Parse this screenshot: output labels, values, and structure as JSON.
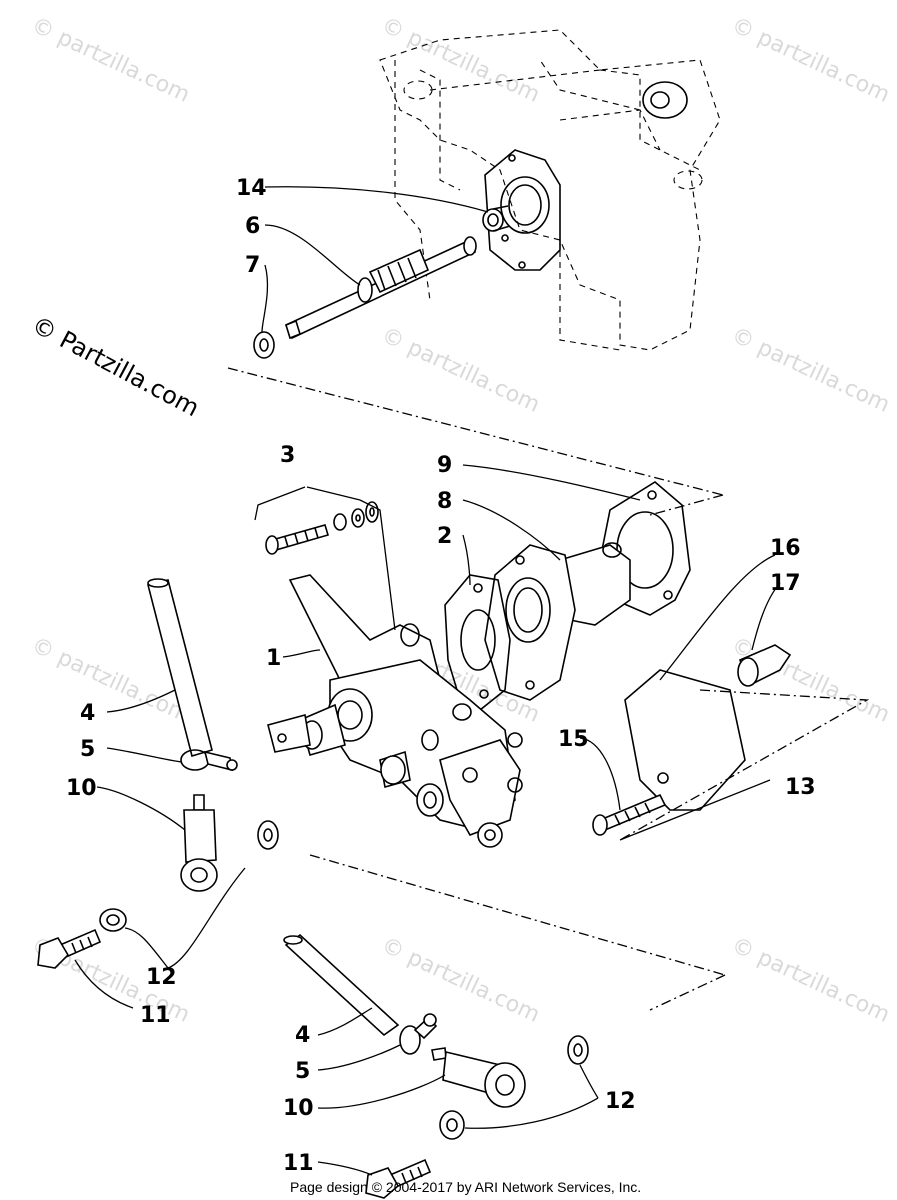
{
  "watermark": {
    "main": "© Partzilla.com",
    "tile": "© partzilla.com"
  },
  "callouts": {
    "c1": "1",
    "c2": "2",
    "c3": "3",
    "c4a": "4",
    "c4b": "4",
    "c5a": "5",
    "c5b": "5",
    "c6": "6",
    "c7": "7",
    "c8": "8",
    "c9": "9",
    "c10a": "10",
    "c10b": "10",
    "c11a": "11",
    "c11b": "11",
    "c12a": "12",
    "c12b": "12",
    "c13": "13",
    "c14": "14",
    "c15": "15",
    "c16": "16",
    "c17": "17"
  },
  "footer": {
    "credit": "Page design © 2004-2017 by ARI Network Services, Inc."
  }
}
